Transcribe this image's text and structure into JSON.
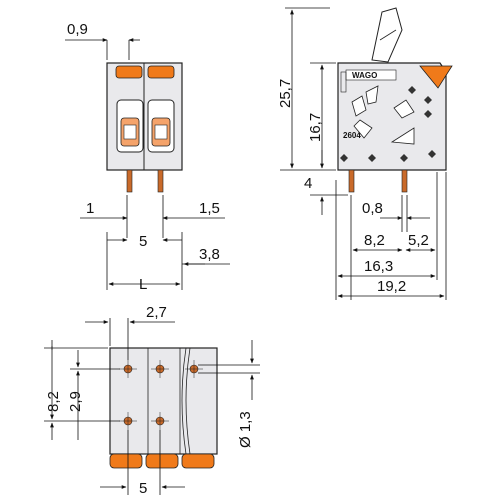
{
  "dimensions": {
    "pin_offset": "0,9",
    "pitch_left": "1",
    "right_gap": "1,5",
    "pitch": "5",
    "side_gap": "3,8",
    "length": "L",
    "total_height": "25,7",
    "body_height": "16,7",
    "pin_length": "4",
    "pin_width": "0,8",
    "pin_pos_a": "8,2",
    "pin_pos_b": "5,2",
    "depth_a": "16,3",
    "depth_total": "19,2",
    "hole_offset": "2,7",
    "hole_v_a": "8,2",
    "hole_v_b": "2,9",
    "hole_diameter": "Ø 1,3",
    "pitch_bottom": "5"
  },
  "labels": {
    "brand": "WAGO",
    "model": "2604"
  },
  "colors": {
    "housing": "#e9e9ec",
    "outline": "#222222",
    "accent": "#f07a1a",
    "pin": "#c96a2a"
  }
}
